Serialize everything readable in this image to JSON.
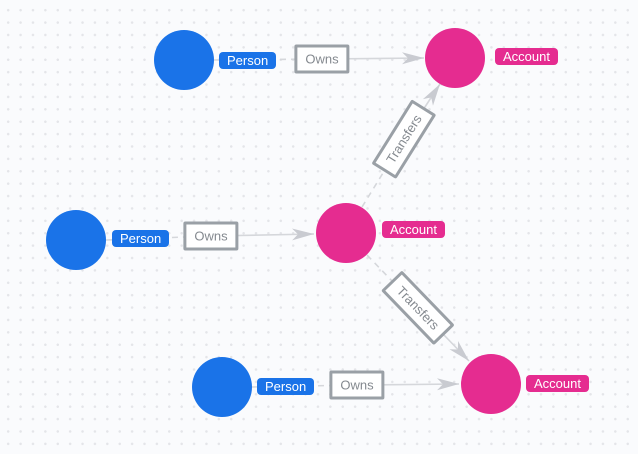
{
  "colors": {
    "person": "#1a73e8",
    "account": "#e52c90",
    "edge_line": "#d5d7db",
    "edge_arrow": "#c9cbd1",
    "label_border": "#9aa0a6",
    "label_text": "#84898f",
    "canvas_bg": "#fafbfd",
    "canvas_dot": "#e4e5e9"
  },
  "nodes": [
    {
      "id": "person-top",
      "label": "Person"
    },
    {
      "id": "account-top",
      "label": "Account"
    },
    {
      "id": "person-middle",
      "label": "Person"
    },
    {
      "id": "account-middle",
      "label": "Account"
    },
    {
      "id": "person-bottom",
      "label": "Person"
    },
    {
      "id": "account-bottom",
      "label": "Account"
    }
  ],
  "edges": [
    {
      "id": "owns-top",
      "label": "Owns",
      "from": "person-top",
      "to": "account-top"
    },
    {
      "id": "owns-middle",
      "label": "Owns",
      "from": "person-middle",
      "to": "account-middle"
    },
    {
      "id": "owns-bottom",
      "label": "Owns",
      "from": "person-bottom",
      "to": "account-bottom"
    },
    {
      "id": "transfers-up",
      "label": "Transfers",
      "from": "account-middle",
      "to": "account-top"
    },
    {
      "id": "transfers-down",
      "label": "Transfers",
      "from": "account-middle",
      "to": "account-bottom"
    }
  ]
}
